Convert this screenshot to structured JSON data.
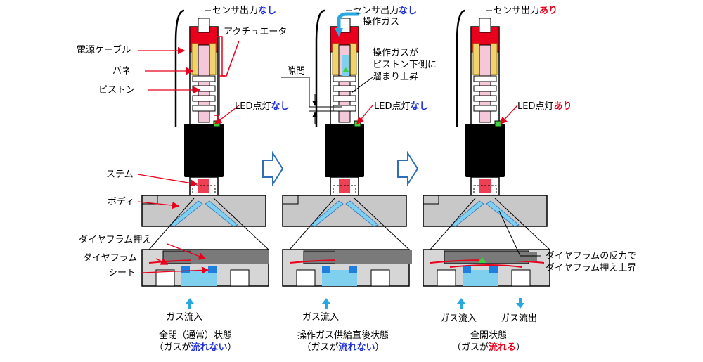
{
  "panel1": {
    "sensor_prefix": "センサ出力",
    "sensor_state": "なし",
    "led_prefix": "LED点灯",
    "led_state": "なし",
    "parts": {
      "cable": "電源ケーブル",
      "spring": "バネ",
      "piston": "ピストン",
      "actuator": "アクチュエータ",
      "stem": "ステム",
      "body": "ボディ",
      "diaphragm_retainer": "ダイヤフラム押え",
      "diaphragm": "ダイヤフラム",
      "seat": "シート"
    },
    "gas_in": "ガス流入",
    "state_title": "全閉（通常）状態",
    "flow_open": "（ガスが",
    "flow_state": "流れない",
    "flow_close": "）"
  },
  "panel2": {
    "sensor_prefix": "センサ出力",
    "sensor_state": "なし",
    "led_prefix": "LED点灯",
    "led_state": "なし",
    "pilot_gas": "操作ガス",
    "note_line1": "操作ガスが",
    "note_line2": "ピストン下側に",
    "note_line3": "溜まり上昇",
    "gap": "隙間",
    "gas_in": "ガス流入",
    "state_title": "操作ガス供給直後状態",
    "flow_open": "（ガスが",
    "flow_state": "流れない",
    "flow_close": "）"
  },
  "panel3": {
    "sensor_prefix": "センサ出力",
    "sensor_state": "あり",
    "led_prefix": "LED点灯",
    "led_state": "あり",
    "note_line1": "ダイヤフラムの反力で",
    "note_line2": "ダイヤフラム押え上昇",
    "gas_in": "ガス流入",
    "gas_out": "ガス流出",
    "state_title": "全開状態",
    "flow_open": "（ガスが",
    "flow_state": "流れる",
    "flow_close": "）"
  },
  "colors": {
    "accent_red": "#e8001c",
    "accent_blue": "#1f2fd6",
    "gas_blue": "#7fd0ee",
    "body_gray": "#c8c8c8",
    "piston_pink": "#f4c8d8",
    "spring_yellow": "#f2d36b",
    "led_green": "#3ecf3e",
    "arrow_outline": "#2e6fb8"
  }
}
